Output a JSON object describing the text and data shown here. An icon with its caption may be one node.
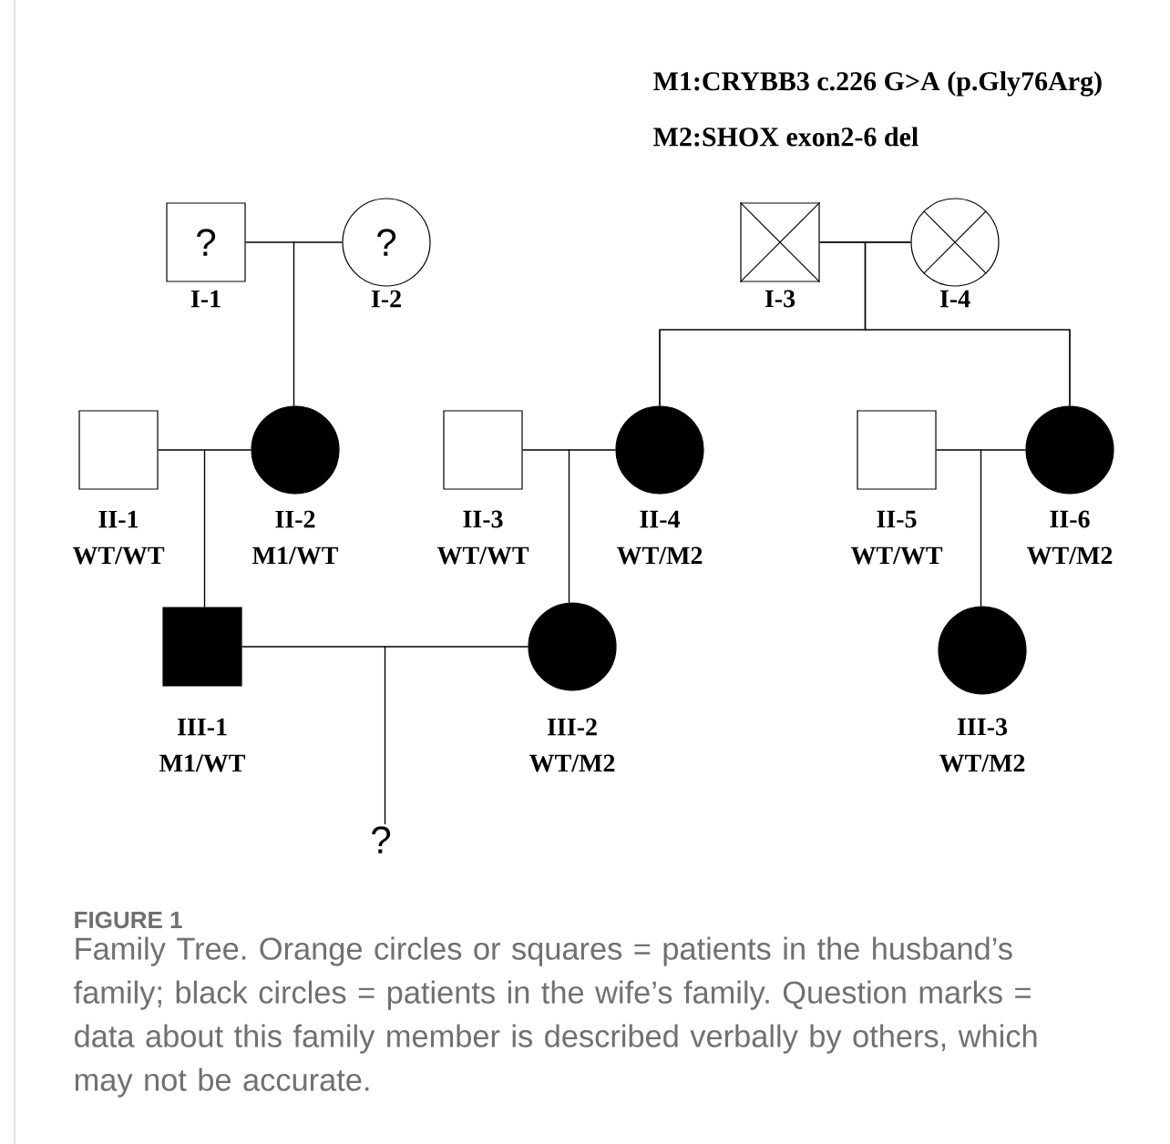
{
  "diagram": {
    "caption": "Family Tree. Orange circles or squares = patients in the husband’s family; black circles = patients in the wife’s family. Question marks = data about this family member is described verbally by others, which may not be accurate.",
    "nodes": [
      {
        "text": [
          "?"
        ],
        "beside": [
          "I-1"
        ]
      },
      {
        "text": [
          "?"
        ],
        "beside": [
          "I-2"
        ]
      },
      {
        "text": [],
        "shape": "box",
        "beside": [
          "I-3"
        ]
      },
      {
        "text": [],
        "shape": "circle",
        "beside": [
          "I-4"
        ]
      },
      {
        "text": [],
        "shape": "box",
        "beside": [
          "II-1",
          "WT/WT"
        ]
      },
      {
        "text": [],
        "shape": "circle",
        "beside": [
          "II-2",
          "M1/WT"
        ]
      },
      {
        "text": [],
        "shape": "box",
        "beside": [
          "II-3",
          "WT/WT"
        ]
      },
      {
        "text": [],
        "shape": "circle",
        "beside": [
          "II-4",
          "WT/M2"
        ]
      },
      {
        "text": [],
        "shape": "box",
        "beside": [
          "II-5",
          "WT/WT"
        ]
      },
      {
        "text": [],
        "shape": "circle",
        "beside": [
          "II-6",
          "WT/M2"
        ]
      },
      {
        "text": [],
        "shape": "box",
        "beside": [
          "III-1",
          "M1/WT"
        ]
      },
      {
        "text": [],
        "shape": "circle",
        "beside": [
          "III-2",
          "WT/M2"
        ]
      },
      {
        "text": [],
        "shape": "circle",
        "beside": [
          "III-3",
          "WT/M2"
        ]
      },
      {
        "text": [
          "?"
        ]
      }
    ],
    "edges": [
      {
        "from": 0,
        "to": 1,
        "arrow": "none"
      },
      {
        "from": 2,
        "to": 3,
        "arrow": "none"
      },
      {
        "from": 4,
        "to": 5,
        "arrow": "none"
      },
      {
        "from": 6,
        "to": 7,
        "arrow": "none"
      },
      {
        "from": 8,
        "to": 9,
        "arrow": "none"
      },
      {
        "from": 10,
        "to": 11,
        "arrow": "none"
      },
      {
        "from": 0,
        "to": 5,
        "arrow": "none"
      },
      {
        "from": 1,
        "to": 5,
        "arrow": "none"
      },
      {
        "from": 2,
        "to": 7,
        "arrow": "none"
      },
      {
        "from": 3,
        "to": 7,
        "arrow": "none"
      },
      {
        "from": 2,
        "to": 9,
        "arrow": "none"
      },
      {
        "from": 3,
        "to": 9,
        "arrow": "none"
      },
      {
        "from": 4,
        "to": 10,
        "arrow": "none"
      },
      {
        "from": 5,
        "to": 10,
        "arrow": "none"
      },
      {
        "from": 6,
        "to": 11,
        "arrow": "none"
      },
      {
        "from": 7,
        "to": 11,
        "arrow": "none"
      },
      {
        "from": 8,
        "to": 12,
        "arrow": "none"
      },
      {
        "from": 9,
        "to": 12,
        "arrow": "none"
      },
      {
        "from": 10,
        "to": 13,
        "arrow": "none"
      },
      {
        "from": 11,
        "to": 13,
        "arrow": "none"
      }
    ],
    "labels": [
      "M1:CRYBB3 c.226 G>A (p.Gly76Arg)",
      "M2:SHOX exon2-6 del",
      "FIGURE 1"
    ]
  }
}
